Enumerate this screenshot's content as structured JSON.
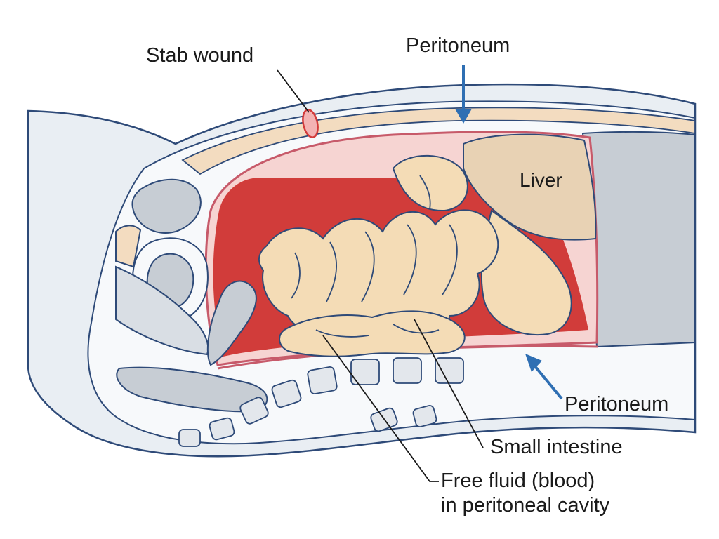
{
  "labels": {
    "stab_wound": "Stab wound",
    "peritoneum_top": "Peritoneum",
    "liver": "Liver",
    "peritoneum_bottom": "Peritoneum",
    "small_intestine": "Small intestine",
    "free_fluid_line1": "Free fluid (blood)",
    "free_fluid_line2": "in peritoneal cavity"
  },
  "colors": {
    "outline": "#2e4a78",
    "arrow": "#2f6fb3",
    "skin": "#e9eef3",
    "wall": "#f3dcc0",
    "blood": "#d13c3a",
    "pink": "#f6d4d2",
    "intestine": "#f4dcb6",
    "liver": "#e8d2b4",
    "gray": "#c7cdd4",
    "wound": "#f3b3b3",
    "wound_edge": "#d33b3b"
  }
}
